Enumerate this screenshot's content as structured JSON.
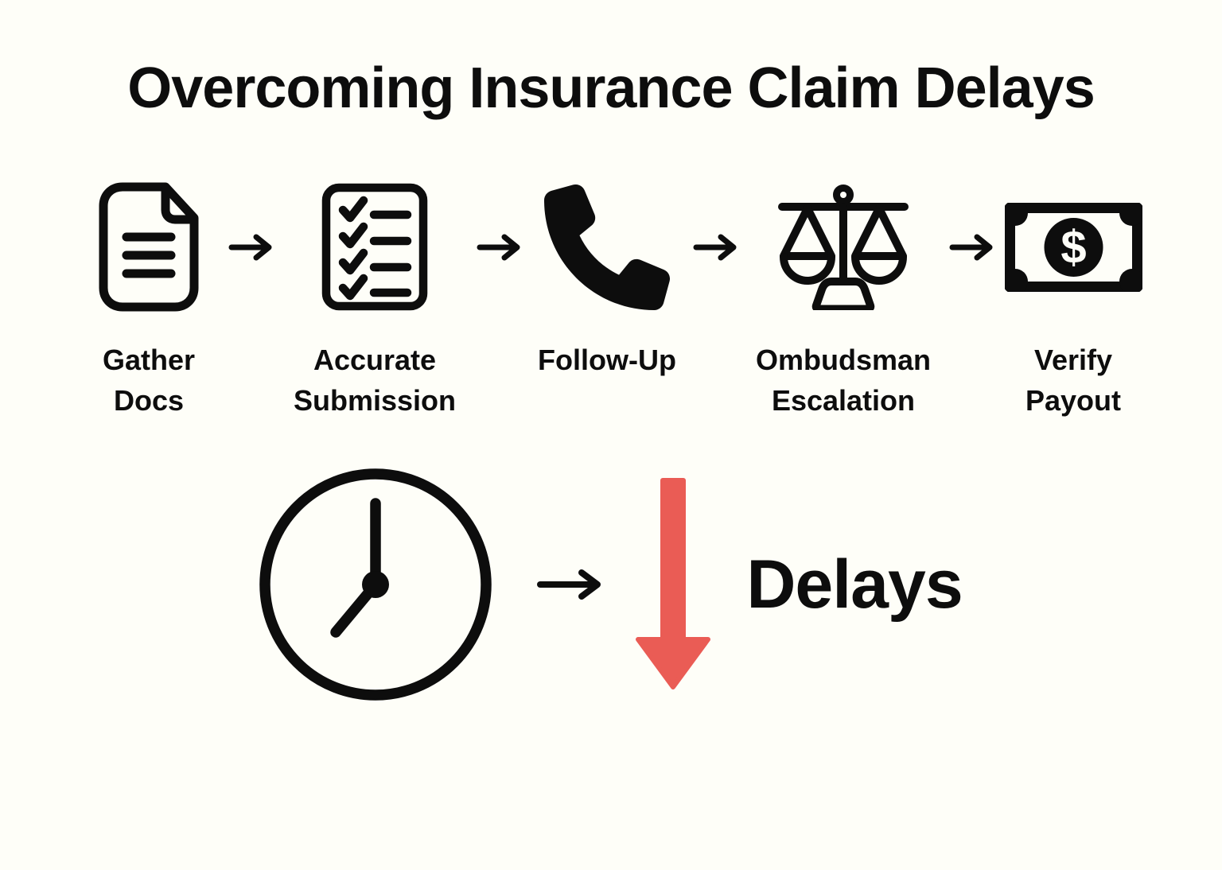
{
  "title": "Overcoming Insurance Claim Delays",
  "colors": {
    "background": "#FEFEF8",
    "ink": "#0D0D0D",
    "accent_red": "#EA5C55"
  },
  "process_steps": [
    {
      "label": "Gather Docs",
      "icon": "document-icon"
    },
    {
      "label": "Accurate Submission",
      "icon": "checklist-icon"
    },
    {
      "label": "Follow-Up",
      "icon": "phone-icon"
    },
    {
      "label": "Ombudsman Escalation",
      "icon": "scales-icon"
    },
    {
      "label": "Verify Payout",
      "icon": "banknote-icon"
    }
  ],
  "banknote": {
    "symbol": "$"
  },
  "bottom": {
    "cause_icon": "clock-icon",
    "effect_icon": "red-down-arrow-icon",
    "effect_label": "Delays"
  }
}
